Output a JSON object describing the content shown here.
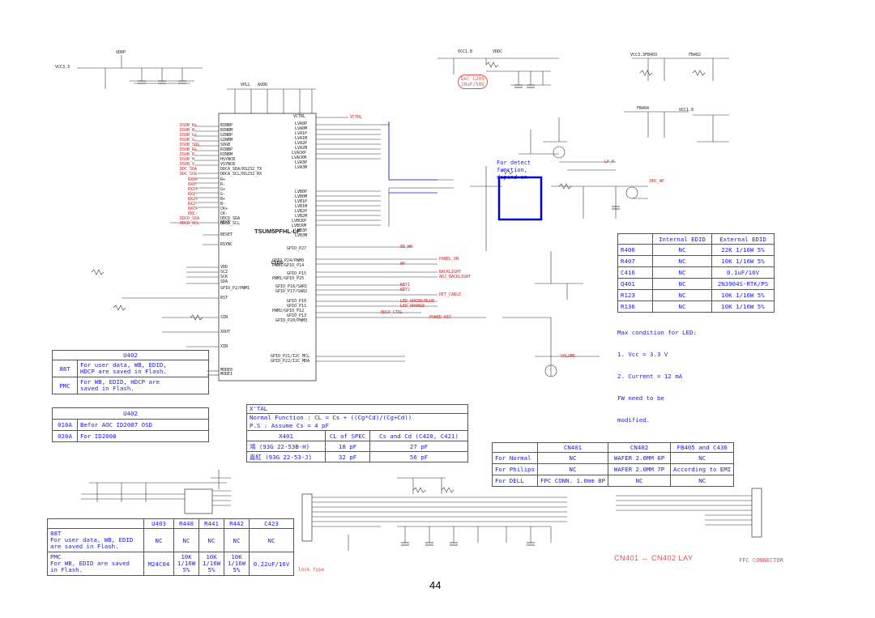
{
  "page_number": "44",
  "ic": {
    "name": "TSUM5PFHL-LF",
    "block_label": "LVDS",
    "left_pins": [
      "BINBP",
      "BINBM",
      "GINBP",
      "GINBM",
      "SOGB",
      "RINBP",
      "RINBM",
      "HSYNCB",
      "VSYNCB",
      "DDCA_SDA/RS232_TX",
      "DDCA_SCL/RS232_RX",
      "R+",
      "R-",
      "G+",
      "G-",
      "B+",
      "B-",
      "CK+",
      "CK-",
      "DDCD_SDA",
      "DDCD_SCL",
      "REXT",
      "RESET",
      "RSYNC",
      "VDD",
      "SCZ",
      "SCK",
      "SDA",
      "GPIO_P2/PWM1",
      "RST",
      "SIN",
      "XOUT",
      "XIN",
      "MODE0",
      "MODE1"
    ],
    "right_pins": [
      "VCTRL",
      "LVA0P",
      "LVA0M",
      "LVA1P",
      "LVA1M",
      "LVA2P",
      "LVA2M",
      "LVACKP",
      "LVACKM",
      "LVA3P",
      "LVA3M",
      "LVB0P",
      "LVB0M",
      "LVB1P",
      "LVB1M",
      "LVB2P",
      "LVB2M",
      "LVBCKP",
      "LVBCKM",
      "LVB3P",
      "LVB3M",
      "GPIO_P27",
      "GPIO_P24/PWM0",
      "PWM0/GPIO_P14",
      "GPIO_P15",
      "PWM1/GPIO_P25",
      "GPIO_P16/SAR1",
      "GPIO_P17/SAR2",
      "GPIO_P10",
      "GPIO_P11",
      "PWM2/GPIO_P12",
      "GPIO_P13",
      "GPIO_P20/PWM3",
      "GPIO_P21/I2C_MCL",
      "GPIO_P22/I2C_MDA"
    ]
  },
  "labels": {
    "supplies": [
      "VDDP",
      "VCC3.3",
      "VCC1.8",
      "VDDC",
      "AVDD",
      "VPLL",
      "VCC3.3",
      "FB403",
      "FB402",
      "FB404",
      "VCC1.8"
    ],
    "nets_red": [
      "DSUB_B+",
      "DSUB_B-",
      "DSUB_G+",
      "DSUB_G-",
      "DSUB_SOG",
      "DSUB_R+",
      "DSUB_R-",
      "DSUB_H",
      "DSUB_V",
      "DDC_SDA",
      "DDC_SCL",
      "RX0+",
      "RX0-",
      "RX1+",
      "RX1-",
      "RX2+",
      "RX2-",
      "RXC+",
      "RXC-",
      "DDCD_SDA",
      "DDCD_SCL"
    ],
    "nets_right": [
      "VCTRL",
      "EE_WP",
      "PANEL_ON",
      "WP",
      "BACKLIGHT",
      "ADJ_BACKLIGHT",
      "DET_CABLE",
      "KEY1",
      "KEY2",
      "LED_GREEN/BLUE",
      "LED_ORANGE",
      "HDCP_CTRL",
      "POWER KEY",
      "VOLUME",
      "DDC_WP",
      "LP_R"
    ]
  },
  "stamp_text": [
    "Del C209",
    "10uF/50V"
  ],
  "detect_note": [
    "For detect",
    "function,",
    "depend on"
  ],
  "u402_table_1": {
    "header": "U402",
    "rows": [
      {
        "id": "88T",
        "desc": [
          "For user data, WB, EDID,",
          "HDCP are saved in Flash."
        ]
      },
      {
        "id": "PMC",
        "desc": [
          "For WB, EDID, HDCP are",
          "saved in Flash."
        ]
      }
    ]
  },
  "u402_table_2": {
    "header": "U402",
    "rows": [
      {
        "id": "010A",
        "desc": "Befor AOC ID2007 OSD"
      },
      {
        "id": "020A",
        "desc": "For ID2008"
      }
    ]
  },
  "xtal_table": {
    "title": "X'TAL",
    "normal_function": "Normal Function : CL = Cs + ((Cg*Cd)/(Cg+Cd))",
    "ps": "P.S : Assume Cs = 4 pF",
    "headers": [
      "X401",
      "CL of SPEC",
      "Cs and Cd (C420, C421)"
    ],
    "rows": [
      [
        "鴻  (93G 22-53B-H)",
        "18 pF",
        "27 pF"
      ],
      [
        "嘉紅 (93G 22-53-J)",
        "32 pF",
        "56 pF"
      ]
    ]
  },
  "edid_table": {
    "headers": [
      "",
      "Internal EDID",
      "External EDID"
    ],
    "rows": [
      [
        "R406",
        "NC",
        "22K 1/16W 5%"
      ],
      [
        "R407",
        "NC",
        "10K 1/16W 5%"
      ],
      [
        "C416",
        "NC",
        "0.1uF/16V"
      ],
      [
        "Q401",
        "NC",
        "2N3904S-RTK/PS"
      ],
      [
        "R123",
        "NC",
        "10K 1/16W 5%"
      ],
      [
        "R136",
        "NC",
        "10K 1/16W 5%"
      ]
    ]
  },
  "led_notes": [
    "Max condition for LED:",
    "1. Vcc = 3.3 V",
    "2. Current = 12 mA",
    "FW need to be",
    "modified."
  ],
  "cn_table": {
    "headers": [
      "",
      "CN401",
      "CN402",
      "FB405 and C436"
    ],
    "rows": [
      [
        "For Normal",
        "NC",
        "WAFER 2.0MM  6P",
        "NC"
      ],
      [
        "For Philips",
        "NC",
        "WAFER 2.0MM  7P",
        "According to EMI"
      ],
      [
        "For DELL",
        "FPC CONN. 1.0mm 8P",
        "NC",
        "NC"
      ]
    ]
  },
  "u403_table": {
    "headers": [
      "",
      "U403",
      "R440",
      "R441",
      "R442",
      "C423"
    ],
    "rows": [
      [
        "88T\nFor user data, WB, EDID\nare saved in Flash.",
        "NC",
        "NC",
        "NC",
        "NC",
        "NC"
      ],
      [
        "PMC\nFor WB, EDID are saved\nin Flash.",
        "M24C04",
        "10K\n1/16W\n5%",
        "10K\n1/16W\n5%",
        "10K\n1/16W\n5%",
        "0.22uF/16V"
      ]
    ]
  },
  "bottom_label": "CN401 ↔ CN402  LAY",
  "ffc_label": "FFC CONNECTOR",
  "lock_type": "lock type",
  "colors": {
    "line": "#333333",
    "accent_blue": "#1a1ae6",
    "accent_red": "#d82020",
    "highlight_box": "#0000cc"
  }
}
